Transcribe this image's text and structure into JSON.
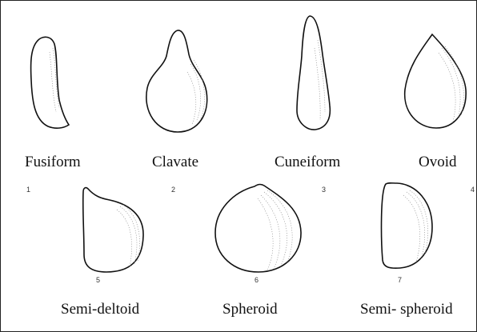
{
  "figure": {
    "shapes": [
      {
        "label": "Fusiform",
        "number": "1"
      },
      {
        "label": "Clavate",
        "number": "2"
      },
      {
        "label": "Cuneiform",
        "number": "3"
      },
      {
        "label": "Ovoid",
        "number": "4"
      },
      {
        "label": "Semi-deltoid",
        "number": "5"
      },
      {
        "label": "Spheroid",
        "number": "6"
      },
      {
        "label": "Semi- spheroid",
        "number": "7"
      }
    ]
  }
}
